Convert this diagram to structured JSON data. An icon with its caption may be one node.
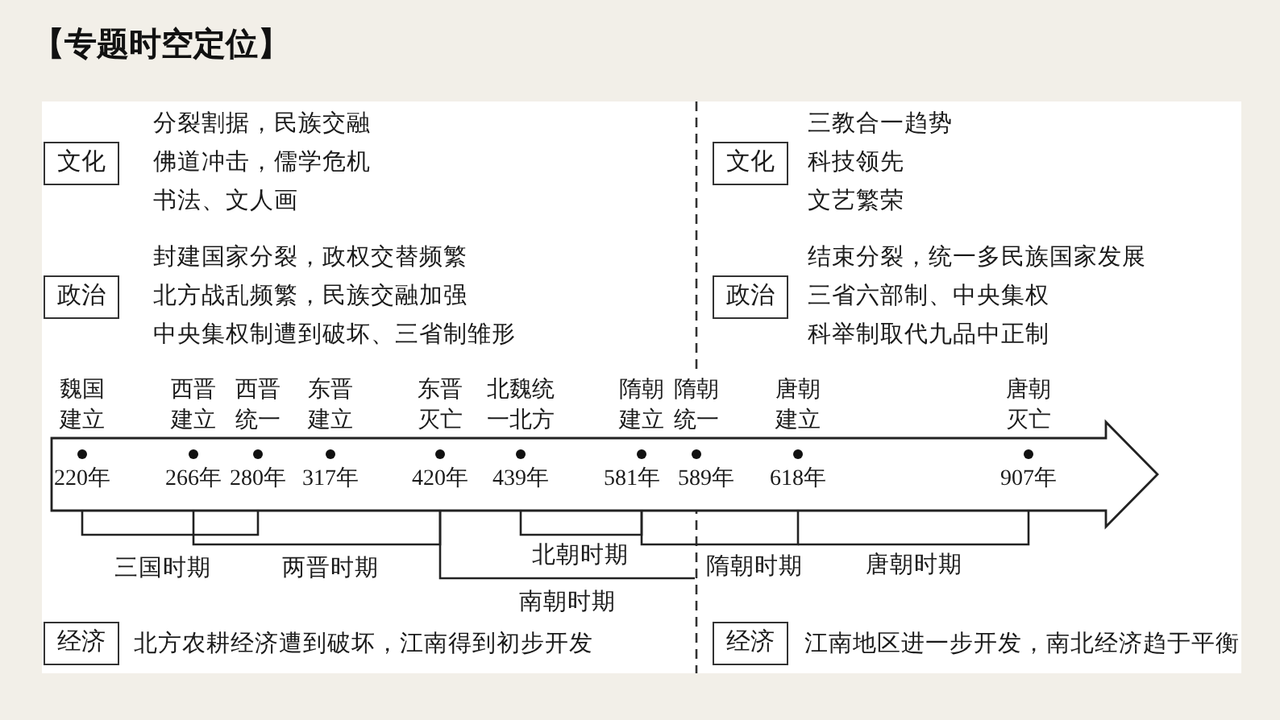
{
  "diagram": {
    "title": "【专题时空定位】",
    "nodes": [
      {
        "text": [
          "文化"
        ],
        "beside": [
          "分裂割据，民族交融",
          "佛道冲击，儒学危机",
          "书法、文人画"
        ]
      },
      {
        "text": [
          "文化"
        ],
        "beside": [
          "三教合一趋势",
          "科技领先",
          "文艺繁荣"
        ]
      },
      {
        "text": [
          "政治"
        ],
        "beside": [
          "封建国家分裂，政权交替频繁",
          "北方战乱频繁，民族交融加强",
          "中央集权制遭到破坏、三省制雏形"
        ]
      },
      {
        "text": [
          "政治"
        ],
        "beside": [
          "结束分裂，统一多民族国家发展",
          "三省六部制、中央集权",
          "科举制取代九品中正制"
        ]
      },
      {
        "text": [
          "经济"
        ],
        "beside": [
          "北方农耕经济遭到破坏，江南得到初步开发"
        ]
      },
      {
        "text": [
          "经济"
        ],
        "beside": [
          "江南地区进一步开发，南北经济趋于平衡"
        ]
      }
    ],
    "labels": [
      "魏国建立",
      "西晋建立",
      "西晋统一",
      "东晋建立",
      "东晋灭亡",
      "北魏统一北方",
      "隋朝建立",
      "隋朝统一",
      "唐朝建立",
      "唐朝灭亡",
      "220年",
      "266年",
      "280年",
      "317年",
      "420年",
      "439年",
      "581年",
      "589年",
      "618年",
      "907年",
      "北朝时期",
      "三国时期",
      "两晋时期",
      "隋朝时期",
      "唐朝时期",
      "南朝时期"
    ]
  }
}
